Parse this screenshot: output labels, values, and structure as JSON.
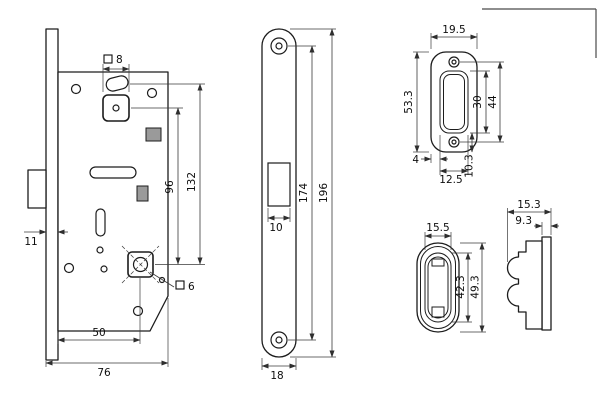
{
  "dims": {
    "lock_body": {
      "spindle_square": "8",
      "centers_96": "96",
      "centers_132": "132",
      "edge_11": "11",
      "backset_50": "50",
      "depth_76": "76",
      "follower_square": "6"
    },
    "faceplate": {
      "slot_width": "10",
      "screw_centers": "174",
      "length": "196",
      "width": "18"
    },
    "strike_plate": {
      "width": "19.5",
      "length": "53.3",
      "slot_length": "30",
      "screw_centers": "44",
      "edge_offset": "4",
      "slot_width": "12.5",
      "depth": "10.3"
    },
    "cup": {
      "width": "15.5",
      "inner_length": "42.3",
      "length": "49.3"
    },
    "profile": {
      "depth": "15.3",
      "inner_depth": "9.3"
    }
  }
}
